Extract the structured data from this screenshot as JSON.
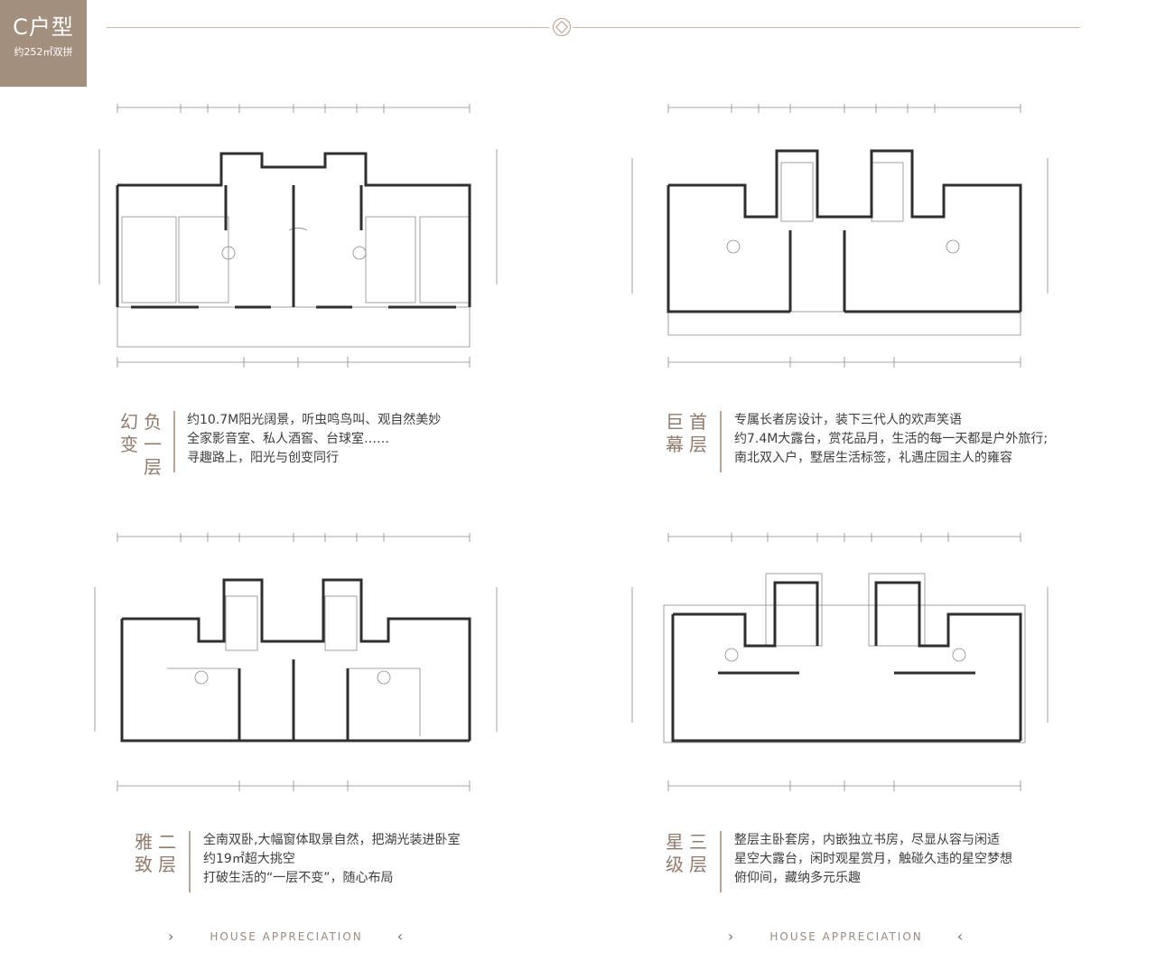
{
  "badge": {
    "title": "C户型",
    "subtitle": "约252㎡双拼"
  },
  "sections": [
    {
      "id": "floor-b1",
      "head_row1": [
        "幻",
        "负"
      ],
      "head_row2": [
        "变",
        "一"
      ],
      "head_row3": [
        "",
        "层"
      ],
      "lines": [
        "约10.7M阳光阔景，听虫鸣鸟叫、观自然美妙",
        "全家影音室、私人酒窖、台球室……",
        "寻趣路上，阳光与创变同行"
      ]
    },
    {
      "id": "floor-1",
      "head_row1": [
        "巨",
        "首"
      ],
      "head_row2": [
        "幕",
        "层"
      ],
      "lines": [
        "专属长者房设计，装下三代人的欢声笑语",
        "约7.4M大露台，赏花品月，生活的每一天都是户外旅行;",
        "南北双入户，墅居生活标签，礼遇庄园主人的雍容"
      ]
    },
    {
      "id": "floor-2",
      "head_row1": [
        "雅",
        "二"
      ],
      "head_row2": [
        "致",
        "层"
      ],
      "lines": [
        "全南双卧,大幅窗体取景自然，把湖光装进卧室",
        "约19㎡超大挑空",
        "打破生活的“一层不变”，随心布局"
      ]
    },
    {
      "id": "floor-3",
      "head_row1": [
        "星",
        "三"
      ],
      "head_row2": [
        "级",
        "层"
      ],
      "lines": [
        "整层主卧套房，内嵌独立书房，尽显从容与闲适",
        "星空大露台，闲时观星赏月，触碰久违的星空梦想",
        "俯仰间，藏纳多元乐趣"
      ]
    }
  ],
  "footer": {
    "label": "HOUSE APPRECIATION",
    "prev_icon": "chevron-right-icon",
    "next_icon": "chevron-left-icon"
  },
  "colors": {
    "accent": "#a38f7e",
    "heading": "#8f7b6b",
    "line": "#777777"
  }
}
